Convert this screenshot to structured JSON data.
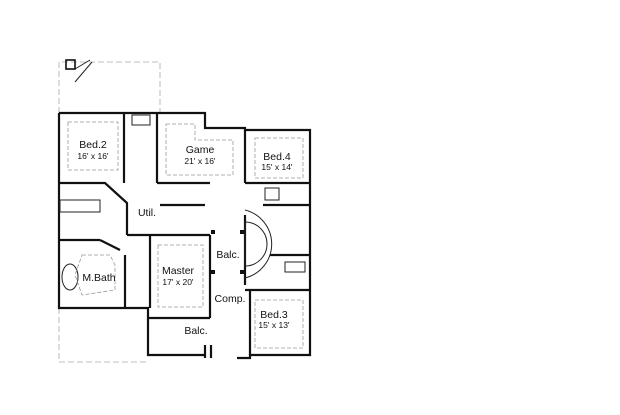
{
  "plan": {
    "rooms": [
      {
        "name": "Bed.2",
        "size": "16' x 16'"
      },
      {
        "name": "Game",
        "size": "21' x 16'"
      },
      {
        "name": "Bed.4",
        "size": "15' x 14'"
      },
      {
        "name": "Util.",
        "size": ""
      },
      {
        "name": "M.Bath",
        "size": ""
      },
      {
        "name": "Master",
        "size": "17' x 20'"
      },
      {
        "name": "Balc.",
        "size": ""
      },
      {
        "name": "Comp.",
        "size": ""
      },
      {
        "name": "Bed.3",
        "size": "15' x 13'"
      },
      {
        "name": "Balc.",
        "size": ""
      }
    ]
  }
}
